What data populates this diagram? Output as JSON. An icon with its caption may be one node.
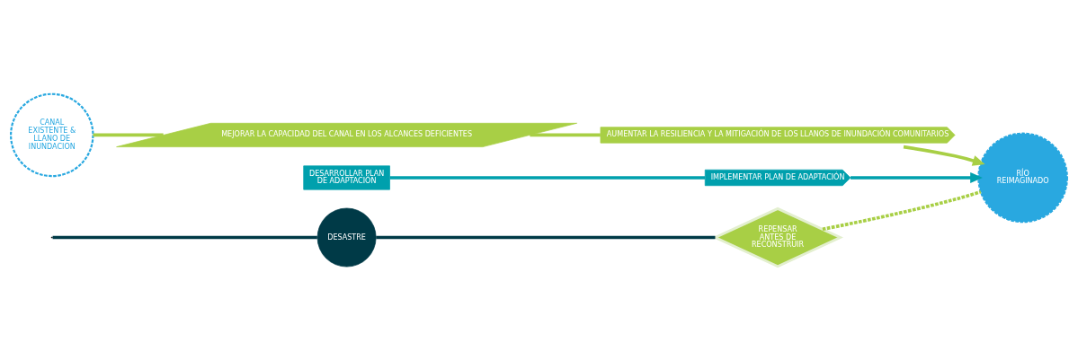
{
  "diagram": {
    "nodes": [
      {
        "text": [
          "CANAL EXISTENTE & LLANO DE INUNDACION"
        ]
      },
      {
        "text": [
          "AUMENTAR LA RESILIENCIA Y LA MITIGACIÓN DE LOS LLANOS DE INUNDACIÓN COMUNITARIOS"
        ]
      },
      {
        "text": [
          "MEJORAR LA CAPACIDAD DEL CANAL EN LOS ALCANCES DEFICIENTES"
        ]
      },
      {
        "text": [
          "DESARROLLAR PLAN DE ADAPTACIÓN"
        ]
      },
      {
        "text": [
          "IMPLEMENTAR PLAN DE ADAPTACIÓN"
        ]
      },
      {
        "text": [
          "DESASTRE"
        ]
      },
      {
        "text": [
          "RÍO REIMAGINADO"
        ]
      },
      {
        "text": [
          "REPENSAR ANTES DE RECONSTRUIR"
        ]
      }
    ],
    "edges": [
      {
        "from": 0,
        "to": 2,
        "arrow": "none"
      },
      {
        "from": 2,
        "to": 1,
        "arrow": "none"
      },
      {
        "from": 1,
        "to": 6,
        "arrow": "to"
      },
      {
        "from": 3,
        "to": 4,
        "arrow": "none",
        "color": "#00a0ad"
      },
      {
        "from": 4,
        "to": 6,
        "arrow": "to",
        "color": "#00a0ad"
      },
      {
        "from": null,
        "to": 5,
        "arrow": "none",
        "color": "#003a47"
      },
      {
        "from": 5,
        "to": 7,
        "arrow": "none",
        "color": "#003a47"
      },
      {
        "from": 7,
        "to": 6,
        "arrow": "none",
        "style": "dashed"
      }
    ]
  }
}
